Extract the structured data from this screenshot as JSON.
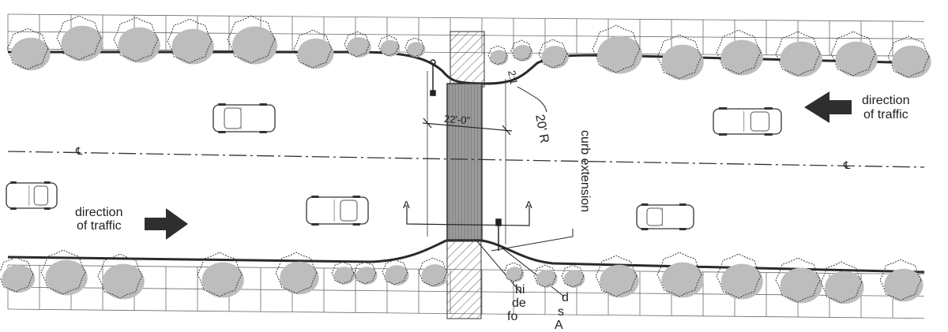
{
  "labels": {
    "direction_right_1": "direction",
    "direction_right_2": "of traffic",
    "direction_left_1": "direction",
    "direction_left_2": "of traffic",
    "crosswalk_width": "22'-0\"",
    "curb_radius": "20' R",
    "taper": "2:1",
    "curb_extension": "curb extension",
    "section_marker_left": "A",
    "section_marker_right": "A",
    "centerline_symbol": "℄",
    "callout_1_a": "hi",
    "callout_1_b": "de",
    "callout_1_c": "fo",
    "callout_2_a": "d",
    "callout_2_b": "s",
    "callout_2_c": "A"
  },
  "colors": {
    "linework": "#2a2a2a",
    "tree_canopy": "#bdbdbd",
    "tree_outline": "#3a3a3a",
    "crosswalk_fill": "#8f8f8f",
    "arrow": "#2e2e2e",
    "paper": "#ffffff"
  },
  "icons": {
    "traffic_arrow": "arrow-icon",
    "vehicle": "car-icon",
    "tree": "tree-icon",
    "centerline": "centerline-icon",
    "section_cut": "section-arrow-icon"
  }
}
